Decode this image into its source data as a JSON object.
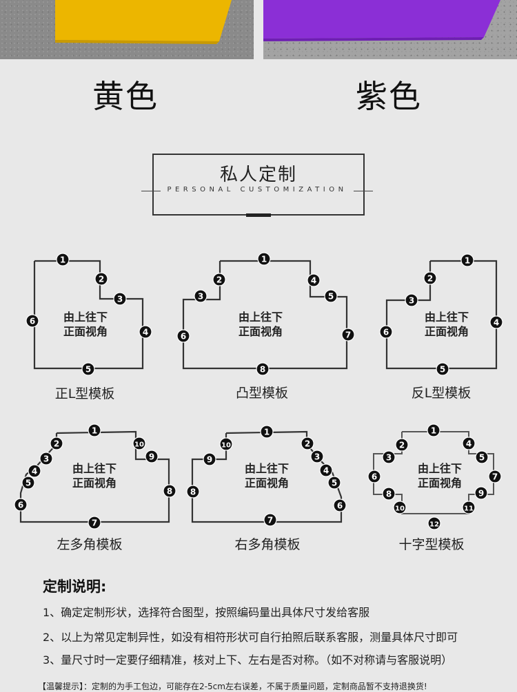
{
  "colors": {
    "yellow_swatch": "#ecb600",
    "purple_swatch": "#8b2fd6",
    "background": "#e8e8e8",
    "line": "#333333",
    "badge": "#111111"
  },
  "swatches": [
    {
      "name": "yellow",
      "label": "黄色"
    },
    {
      "name": "purple",
      "label": "紫色"
    }
  ],
  "section_title": {
    "cn": "私人定制",
    "en": "PERSONAL CUSTOMIZATION"
  },
  "view_hint": [
    "由上往下",
    "正面视角"
  ],
  "templates": [
    {
      "label": "正L型模板",
      "numbers": [
        "1",
        "2",
        "3",
        "4",
        "5",
        "6"
      ]
    },
    {
      "label": "凸型模板",
      "numbers": [
        "1",
        "2",
        "3",
        "4",
        "5",
        "6",
        "7",
        "8"
      ]
    },
    {
      "label": "反L型模板",
      "numbers": [
        "1",
        "2",
        "3",
        "4",
        "5",
        "6"
      ]
    },
    {
      "label": "左多角模板",
      "numbers": [
        "1",
        "2",
        "3",
        "4",
        "5",
        "6",
        "7",
        "8",
        "9",
        "10"
      ]
    },
    {
      "label": "右多角模板",
      "numbers": [
        "1",
        "2",
        "3",
        "4",
        "5",
        "6",
        "7",
        "8",
        "9",
        "10"
      ]
    },
    {
      "label": "十字型模板",
      "numbers": [
        "1",
        "2",
        "3",
        "4",
        "5",
        "6",
        "7",
        "8",
        "9",
        "10",
        "11",
        "12"
      ]
    }
  ],
  "notes": {
    "title": "定制说明:",
    "items": [
      "1、确定定制形状，选择符合图型，按照编码量出具体尺寸发给客服",
      "2、以上为常见定制异性，如没有相符形状可自行拍照后联系客服，测量具体尺寸即可",
      "3、量尺寸时一定要仔细精准，核对上下、左右是否对称。（如不对称请与客服说明）"
    ],
    "tip": "【温馨提示】：定制的为手工包边，可能存在2-5cm左右误差，不属于质量问题，定制商品暂不支持退换货!"
  }
}
